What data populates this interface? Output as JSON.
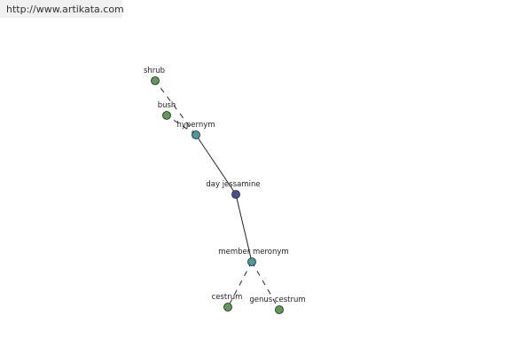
{
  "header": {
    "url": "http://www.artikata.com"
  },
  "graph": {
    "colors": {
      "leaf": "#5d9a52",
      "relation": "#4a9aa0",
      "root": "#4a4f9a",
      "stroke": "#222222"
    },
    "nodes": [
      {
        "id": "shrub",
        "label": "shrub",
        "kind": "leaf"
      },
      {
        "id": "bush",
        "label": "bush",
        "kind": "leaf"
      },
      {
        "id": "hypernym",
        "label": "hypernym",
        "kind": "relation"
      },
      {
        "id": "day-jessamine",
        "label": "day jessamine",
        "kind": "root"
      },
      {
        "id": "member-meronym",
        "label": "member meronym",
        "kind": "relation"
      },
      {
        "id": "cestrum",
        "label": "cestrum",
        "kind": "leaf"
      },
      {
        "id": "genus-cestrum",
        "label": "genus cestrum",
        "kind": "leaf"
      }
    ],
    "edges": [
      {
        "from": "hypernym",
        "to": "shrub",
        "style": "dashed"
      },
      {
        "from": "hypernym",
        "to": "bush",
        "style": "dashed"
      },
      {
        "from": "day-jessamine",
        "to": "hypernym",
        "style": "solid"
      },
      {
        "from": "day-jessamine",
        "to": "member-meronym",
        "style": "solid"
      },
      {
        "from": "member-meronym",
        "to": "cestrum",
        "style": "dashed"
      },
      {
        "from": "member-meronym",
        "to": "genus-cestrum",
        "style": "dashed"
      }
    ]
  }
}
